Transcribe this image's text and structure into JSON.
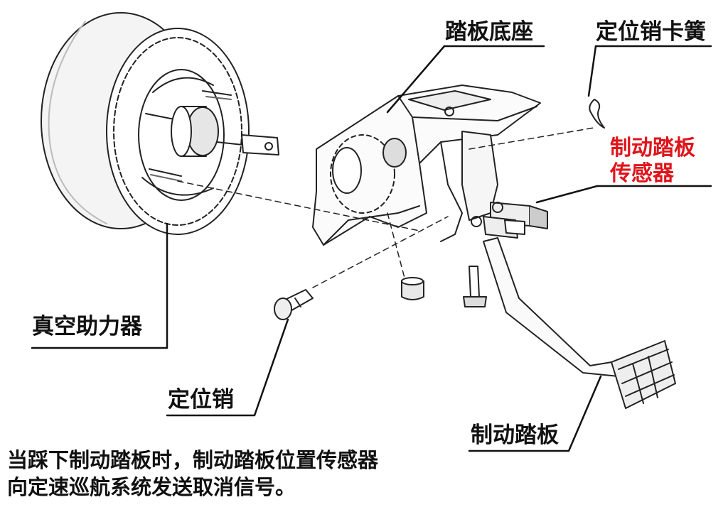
{
  "labels": {
    "pedal_base": "踏板底座",
    "pin_clip": "定位销卡簧",
    "sensor_line1": "制动踏板",
    "sensor_line2": "传感器",
    "booster": "真空助力器",
    "locating_pin": "定位销",
    "brake_pedal": "制动踏板"
  },
  "caption": {
    "line1": "当踩下制动踏板时，制动踏板位置传感器",
    "line2": "向定速巡航系统发送取消信号。"
  },
  "colors": {
    "highlight": "#e0141b",
    "ink": "#111111",
    "line": "#222222"
  }
}
